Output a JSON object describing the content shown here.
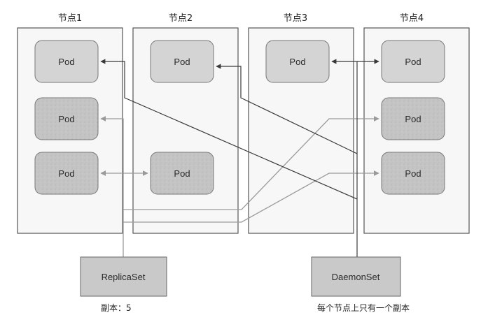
{
  "nodes": [
    {
      "title": "节点1",
      "pods": [
        "Pod",
        "Pod",
        "Pod"
      ]
    },
    {
      "title": "节点2",
      "pods": [
        "Pod",
        "Pod"
      ]
    },
    {
      "title": "节点3",
      "pods": [
        "Pod"
      ]
    },
    {
      "title": "节点4",
      "pods": [
        "Pod",
        "Pod",
        "Pod"
      ]
    }
  ],
  "replicaset": {
    "label": "ReplicaSet",
    "caption": "副本：5"
  },
  "daemonset": {
    "label": "DaemonSet",
    "caption": "每个节点上只有一个副本"
  },
  "colors": {
    "daemon_pod": "#d4d4d4",
    "replica_pod": "#c4c4c4",
    "replicaset_link": "#9a9a9a",
    "daemonset_link": "#3a3a3a"
  }
}
